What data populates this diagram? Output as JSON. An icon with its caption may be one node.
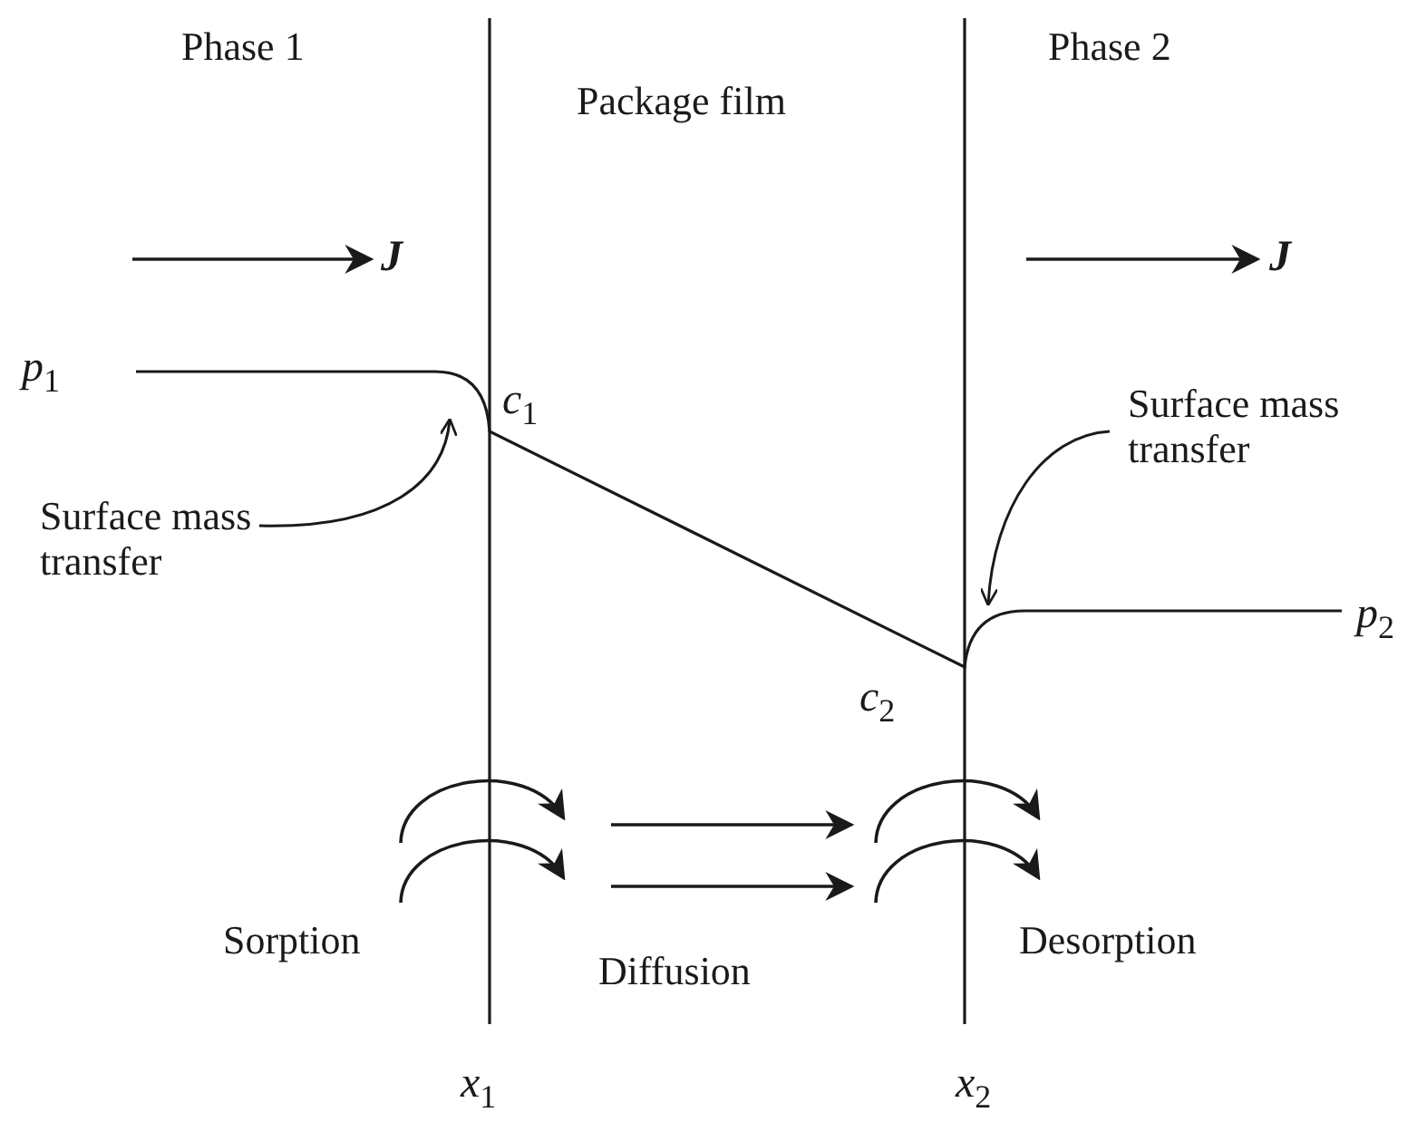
{
  "diagram": {
    "nodes": [
      {
        "text": [
          "Surface mass transfer"
        ]
      },
      {
        "text": [
          "Surface mass transfer"
        ]
      }
    ],
    "edges": [
      {
        "from": 0,
        "to": null,
        "arrow": "to"
      },
      {
        "from": 1,
        "to": null,
        "arrow": "to"
      }
    ],
    "labels": [
      "Phase 1",
      "Package film",
      "Phase 2",
      "J",
      "J",
      "*p*$_{1}$",
      "*c*$_{1}$",
      "*p*$_{2}$",
      "*c*$_{2}$",
      "Sorption",
      "Diffusion",
      "Desorption",
      "*x*$_{1}$",
      "*x*$_{2}$"
    ]
  }
}
